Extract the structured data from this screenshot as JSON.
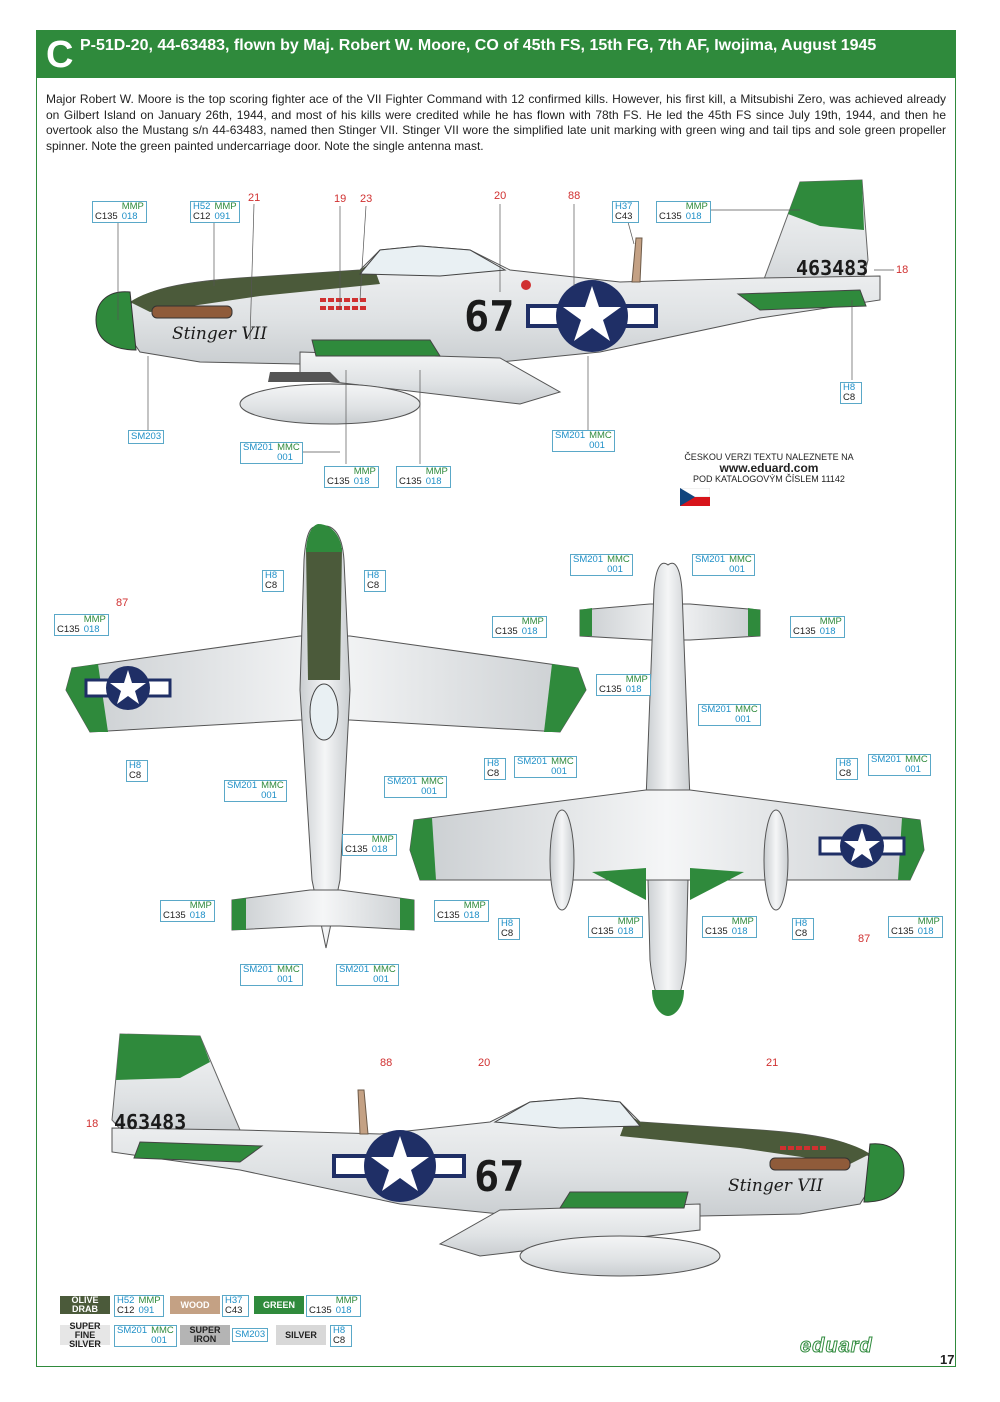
{
  "header": {
    "letter": "C",
    "title": "P-51D-20, 44-63483, flown by Maj. Robert W. Moore, CO of 45th FS, 15th FG, 7th AF, Iwojima, August 1945"
  },
  "description": "Major Robert W. Moore is the top scoring fighter ace of the VII Fighter Command with 12 confirmed kills. However, his first kill, a Mitsubishi Zero, was achieved already on Gilbert Island on January 26th, 1944, and most of his kills were credited while he has flown with 78th FS. He led the 45th FS since July 19th, 1944, and then he overtook also the Mustang s/n 44-63483, named then Stinger VII. Stinger VII wore the simplified late unit marking with green wing and tail tips and sole green propeller spinner. Note the green painted undercarriage door. Note the single antenna mast.",
  "czech_note": {
    "line1": "ČESKOU VERZI TEXTU NALEZNETE NA",
    "web": "www.eduard.com",
    "line2": "POD KATALOGOVÝM ČÍSLEM 11142"
  },
  "aircraft_markings": {
    "code": "67",
    "serial": "463483",
    "nose_art": "Stinger VII"
  },
  "paint_codes": {
    "mmp_c135": {
      "tl": "",
      "tr": "MMP",
      "bl": "C135",
      "br": "018"
    },
    "h52_c12": {
      "tl": "H52",
      "tr": "MMP",
      "bl": "C12",
      "br": "091"
    },
    "h37_c43": {
      "tl": "H37",
      "tr": "",
      "bl": "C43",
      "br": ""
    },
    "h8_c8": {
      "tl": "H8",
      "tr": "",
      "bl": "C8",
      "br": ""
    },
    "sm201_mmc": {
      "tl": "SM201",
      "tr": "MMC",
      "bl": "",
      "br": "001"
    },
    "sm203": "SM203"
  },
  "callouts": {
    "n21": "21",
    "n19": "19",
    "n23": "23",
    "n20": "20",
    "n88": "88",
    "n18": "18",
    "n87": "87"
  },
  "legend": [
    {
      "name": "OLIVE DRAB",
      "color": "#4b5a3a",
      "codes": {
        "tl": "H52",
        "tr": "MMP",
        "bl": "C12",
        "br": "091"
      }
    },
    {
      "name": "WOOD",
      "color": "#c4a184",
      "codes": {
        "tl": "H37",
        "tr": "",
        "bl": "C43",
        "br": ""
      }
    },
    {
      "name": "GREEN",
      "color": "#2f8a3c",
      "codes": {
        "tl": "",
        "tr": "MMP",
        "bl": "C135",
        "br": "018"
      }
    },
    {
      "name": "SUPER FINE SILVER",
      "color": "#e6e6e6",
      "codes": {
        "tl": "SM201",
        "tr": "MMC",
        "bl": "",
        "br": "001"
      }
    },
    {
      "name": "SUPER IRON",
      "color": "#b4b4b4",
      "codes": {
        "single": "SM203"
      }
    },
    {
      "name": "SILVER",
      "color": "#d8d8d8",
      "codes": {
        "tl": "H8",
        "tr": "",
        "bl": "C8",
        "br": ""
      }
    }
  ],
  "footer": {
    "brand": "eduard",
    "page": "17"
  },
  "colors": {
    "green": "#2f8a3c",
    "olive": "#4b5a3a",
    "silver": "#dfe2e4",
    "insignia_blue": "#1f2f66",
    "callout_red": "#d03030"
  }
}
